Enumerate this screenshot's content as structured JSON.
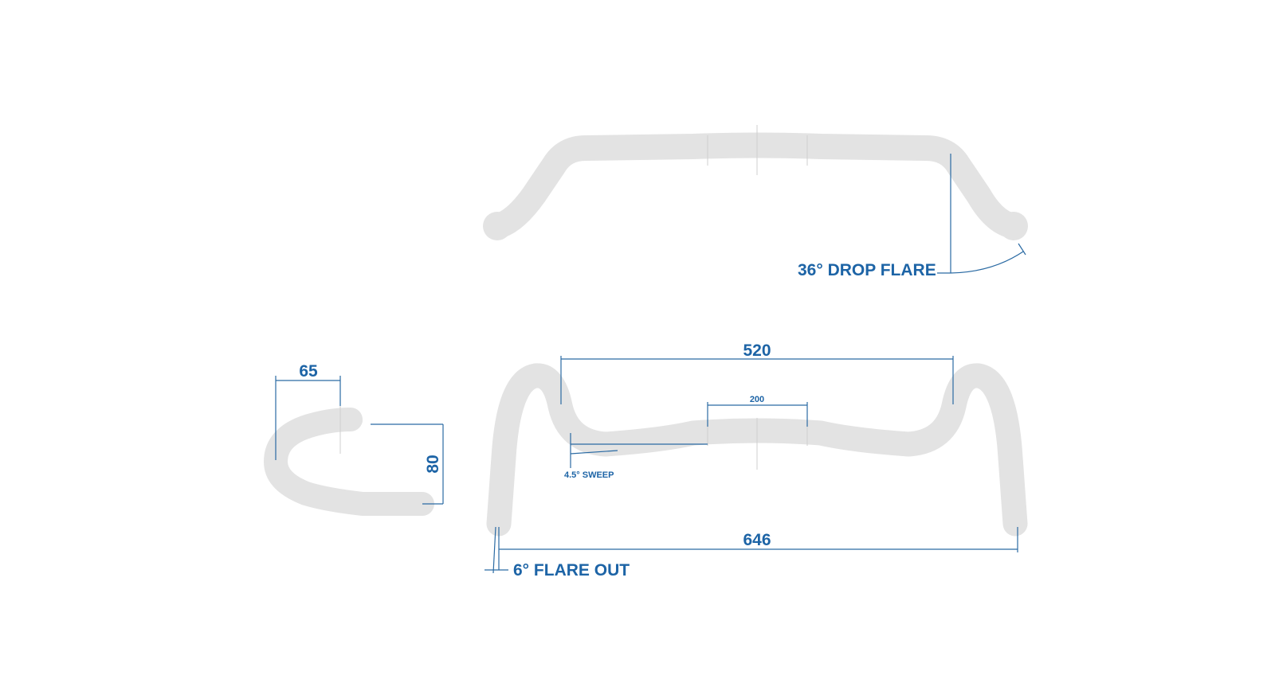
{
  "colors": {
    "bar": "#e3e3e3",
    "dimension": "#2a6aa3",
    "label": "#1d64a6"
  },
  "front_view": {
    "drop_flare_label": "36° DROP FLARE"
  },
  "side_view": {
    "reach_label": "65",
    "drop_label": "80"
  },
  "top_view": {
    "width_label": "520",
    "center_label": "200",
    "sweep_label": "4.5° SWEEP",
    "end_width_label": "646",
    "flare_out_label": "6° FLARE OUT"
  }
}
